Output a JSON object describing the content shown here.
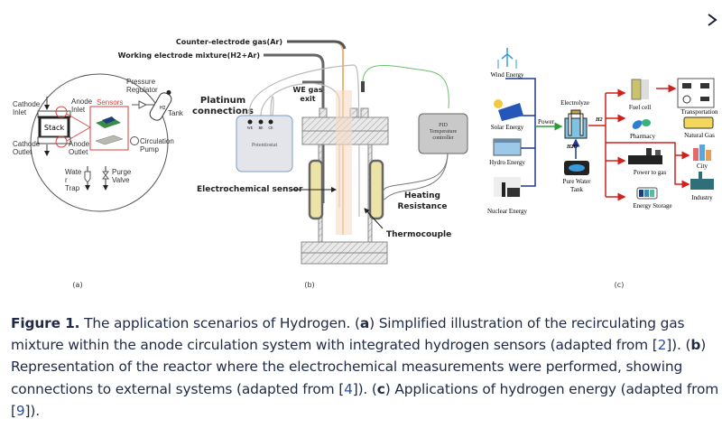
{
  "figure": {
    "panel_a": {
      "label": "(a)",
      "cathode_inlet": [
        "Cathode",
        "Inlet"
      ],
      "cathode_outlet": [
        "Cathode",
        "Outlet"
      ],
      "stack": "Stack",
      "anode_inlet": [
        "Anode",
        "Inlet"
      ],
      "anode_outlet": [
        "Anode",
        "Outlet"
      ],
      "sensors": "Sensors",
      "pressure_regulator": [
        "Pressure",
        "Regulator"
      ],
      "tank": "Tank",
      "tank_gas": "H2",
      "circulation_pump": [
        "Circulation",
        "Pump"
      ],
      "water_trap": [
        "Wate",
        "r",
        "Trap"
      ],
      "purge_valve": [
        "Purge",
        "Valve"
      ]
    },
    "panel_b": {
      "label": "(b)",
      "counter_electrode_gas": "Counter-electrode gas(Ar)",
      "working_electrode_mixture": "Working electrode mixture(H2+Ar)",
      "platinum_connections": [
        "Platinum",
        "connections"
      ],
      "we_gas_exit": [
        "WE gas",
        "exit"
      ],
      "potentiostat": "Potentiostat",
      "terminals": [
        "WE",
        "RE",
        "CE"
      ],
      "pid_controller": [
        "PID",
        "Temperature",
        "controller"
      ],
      "electrochemical_sensor": "Electrochemical sensor",
      "heating_resistance": [
        "Heating",
        "Resistance"
      ],
      "thermocouple": "Thermocouple"
    },
    "panel_c": {
      "label": "(c)",
      "sources": [
        "Wind Energy",
        "Solar Energy",
        "Hydro Energy",
        "Nuclear  Energy"
      ],
      "power": "Power",
      "electrolyze": "Electrolyze",
      "h2": "H2",
      "h2o": "H2O",
      "pure_water_tank": [
        "Pure Water",
        "Tank"
      ],
      "applications": [
        "Fuel cell",
        "Pharmacy",
        "Power to gas",
        "Energy Storage"
      ],
      "end_uses": [
        "Transportation",
        "Natural Gas",
        "City",
        "Industry"
      ]
    }
  },
  "caption": {
    "figure_label": "Figure 1.",
    "intro": " The application scenarios of Hydrogen. (",
    "a": "a",
    "a_text": ") Simplified illustration of the recirculating gas mixture within the anode circulation system with integrated hydrogen sensors (adapted from [",
    "ref_a": "2",
    "after_ref_a": "]). (",
    "b": "b",
    "b_text": ") Representation of the reactor where the electrochemical measurements were performed, showing connections to external systems (adapted from [",
    "ref_b": "4",
    "after_ref_b": "]). (",
    "c": "c",
    "c_text": ") Applications of hydrogen energy (adapted from [",
    "ref_c": "9",
    "end": "])."
  },
  "colors": {
    "caption_text": "#1f2a44",
    "reference_link": "#2b4fa6",
    "sensor_highlight": "#d9413a",
    "power_line": "#1f3a93",
    "h2_line": "#d0211c"
  }
}
